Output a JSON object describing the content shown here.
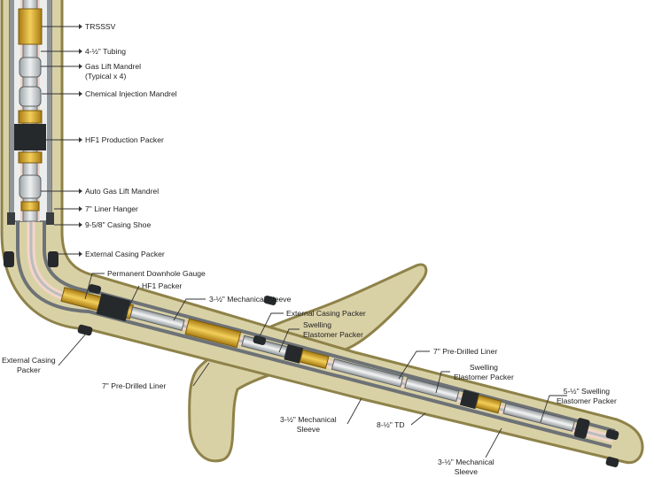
{
  "colors": {
    "formation": "#d9d1a6",
    "formation_edge": "#8e8249",
    "casing": "#8f9599",
    "tubing": "#cfd3d5",
    "fluid": "#f3d5c8",
    "gold": "#d8a628",
    "packer": "#26292b",
    "leader": "#333333"
  },
  "labels": {
    "trsssv": "TRSSSV",
    "tubing": "4-½\" Tubing",
    "gas_lift_line1": "Gas Lift Mandrel",
    "gas_lift_line2": "(Typical x 4)",
    "chem_inj": "Chemical Injection Mandrel",
    "hf1_prod": "HF1 Production Packer",
    "auto_gas": "Auto Gas Lift Mandrel",
    "liner_hanger": "7\" Liner Hanger",
    "casing_shoe": "9-5/8\" Casing Shoe",
    "ext_casing_1": "External Casing Packer",
    "perm_gauge": "Permanent Downhole Gauge",
    "hf1_packer": "HF1 Packer",
    "mech_sleeve_top": "3-½\" Mechanical Sleeve",
    "ext_casing_2": "External Casing Packer",
    "swelling_1_line1": "Swelling",
    "swelling_1_line2": "Elastomer Packer",
    "ext_casing_left_line1": "External Casing",
    "ext_casing_left_line2": "Packer",
    "liner_left": "7\" Pre-Drilled Liner",
    "liner_right": "7\" Pre-Drilled Liner",
    "swelling_2_line1": "Swelling",
    "swelling_2_line2": "Elastomer Packer",
    "swelling_3_line1": "5-½\" Swelling",
    "swelling_3_line2": "Elastomer Packer",
    "mech_sleeve_mid_line1": "3-½\" Mechanical",
    "mech_sleeve_mid_line2": "Sleeve",
    "td": "8-½\" TD",
    "mech_sleeve_low_line1": "3-½\" Mechanical",
    "mech_sleeve_low_line2": "Sleeve"
  }
}
